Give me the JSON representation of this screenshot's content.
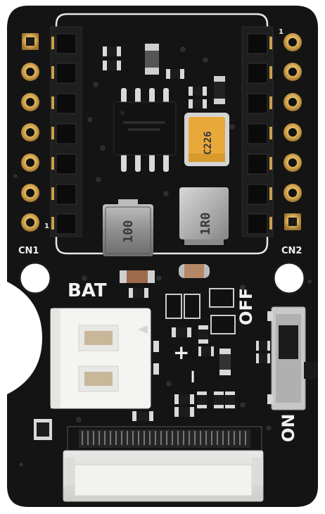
{
  "board": {
    "labels": {
      "cn1": "CN1",
      "cn2": "CN2",
      "bat": "BAT",
      "off": "OFF",
      "on": "ON",
      "plus": "+",
      "minus": "−",
      "pin1_left": "1",
      "pin1_right": "1"
    },
    "markings": {
      "inductor_left": "100",
      "inductor_right": "1R0",
      "tantalum_cap": "C226"
    },
    "colors": {
      "pcb": "#141414",
      "gold": "#d8aa52",
      "silkscreen": "#f2f2f2",
      "connector_white": "#f4f4f2"
    }
  }
}
